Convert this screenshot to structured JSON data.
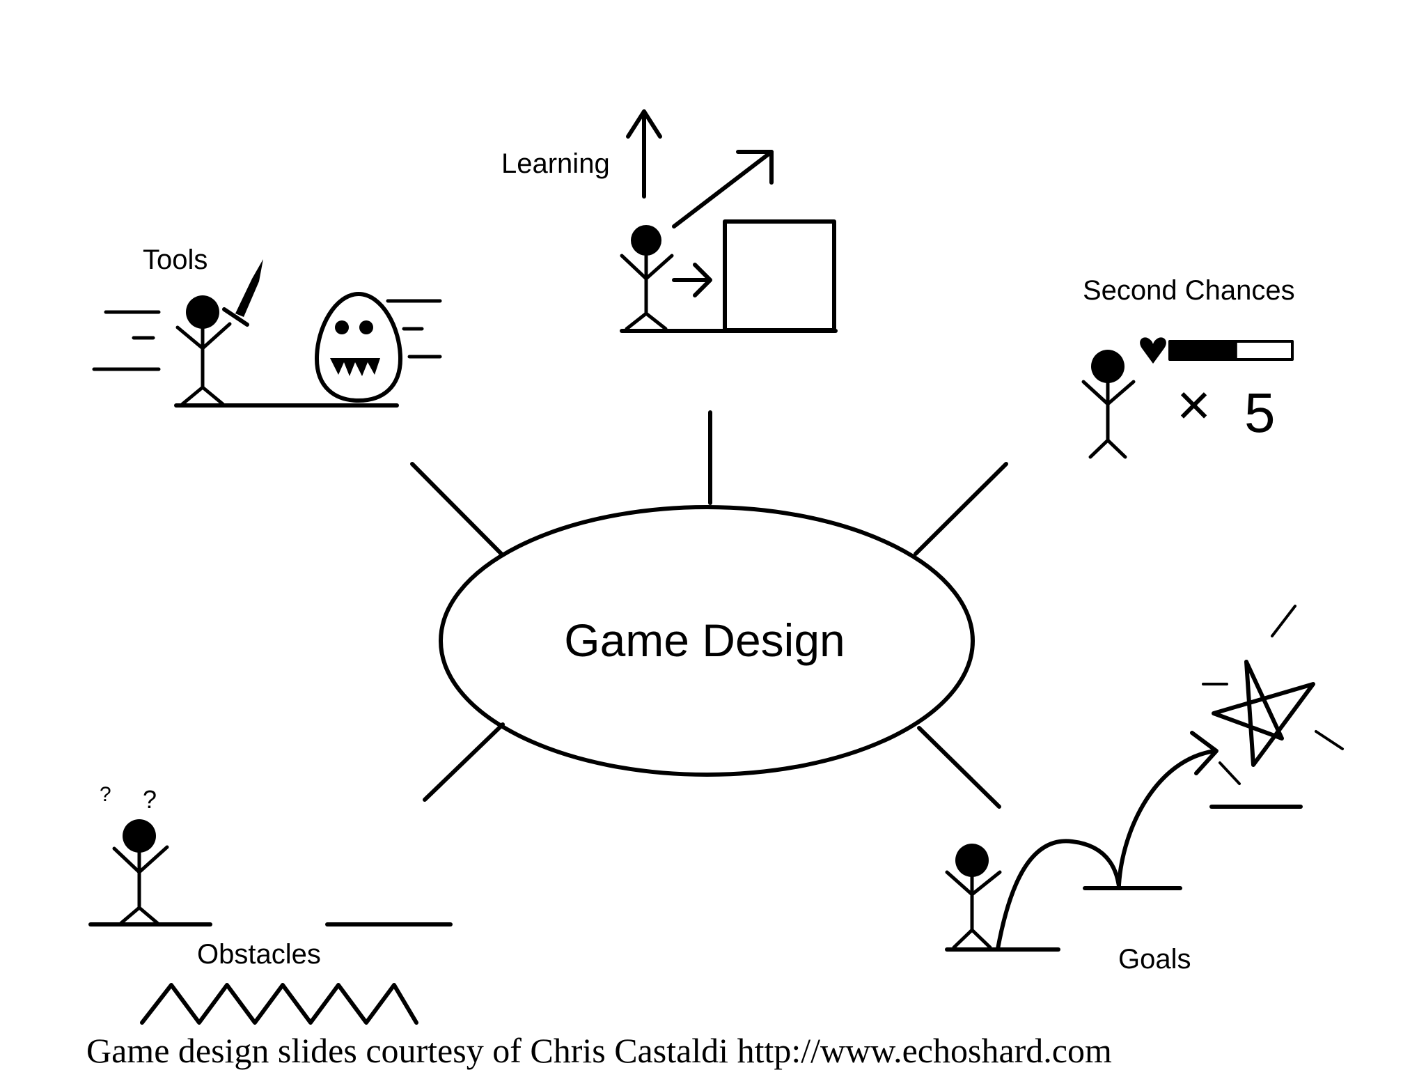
{
  "center": {
    "label": "Game Design"
  },
  "nodes": {
    "learning": {
      "label": "Learning"
    },
    "tools": {
      "label": "Tools"
    },
    "second_chances": {
      "label": "Second Chances",
      "multiplier_symbol": "×",
      "lives": "5",
      "health_fraction": 0.55
    },
    "obstacles": {
      "label": "Obstacles",
      "confusion_marks": [
        "?",
        "?"
      ]
    },
    "goals": {
      "label": "Goals"
    }
  },
  "caption": "Game design slides courtesy of Chris Castaldi http://www.echoshard.com",
  "colors": {
    "ink": "#000000",
    "background": "#ffffff"
  },
  "icons": [
    "stick-figure",
    "sword-icon",
    "monster-icon",
    "crate-icon",
    "heart-icon",
    "health-bar",
    "spike-pit",
    "star-icon",
    "arrow-icon"
  ]
}
